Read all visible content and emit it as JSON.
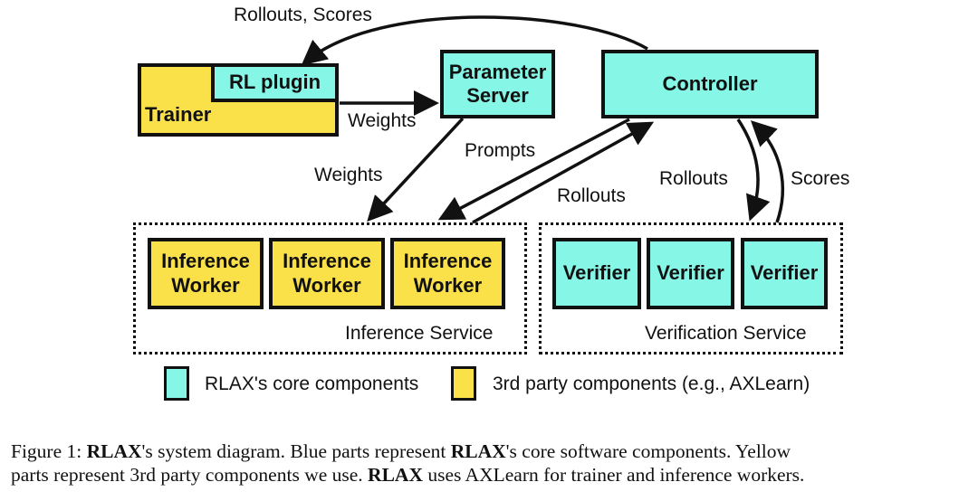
{
  "components": {
    "trainer": "Trainer",
    "rl_plugin": "RL plugin",
    "parameter_server": "Parameter Server",
    "controller": "Controller",
    "inference_workers": [
      "Inference Worker",
      "Inference Worker",
      "Inference Worker"
    ],
    "verifiers": [
      "Verifier",
      "Verifier",
      "Verifier"
    ],
    "inference_service": "Inference Service",
    "verification_service": "Verification Service"
  },
  "edges": {
    "controller_to_rl_plugin": "Rollouts, Scores",
    "trainer_to_param_server": "Weights",
    "param_server_to_inference": "Weights",
    "controller_to_inference": "Prompts",
    "inference_to_controller": "Rollouts",
    "controller_to_verification": "Rollouts",
    "verification_to_controller": "Scores"
  },
  "legend": {
    "core": "RLAX's core components",
    "third_party": "3rd party components (e.g., AXLearn)"
  },
  "colors": {
    "core": "#86F6E6",
    "third_party": "#FAE14A"
  },
  "caption": {
    "line1_prefix": "Figure 1: ",
    "bold1": "RLAX",
    "line1_mid": "'s system diagram. Blue parts represent ",
    "bold2": "RLAX",
    "line1_end": "'s core software components. Yellow",
    "line2_prefix": "parts represent 3rd party components we use. ",
    "bold3": "RLAX",
    "line2_end": " uses AXLearn for trainer and inference workers."
  }
}
